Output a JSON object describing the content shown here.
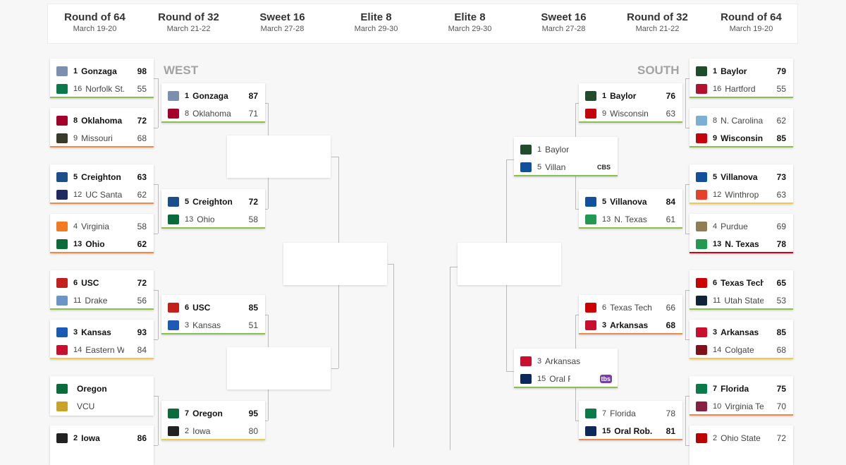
{
  "header": [
    {
      "title": "Round of 64",
      "dates": "March 19-20"
    },
    {
      "title": "Round of 32",
      "dates": "March 21-22"
    },
    {
      "title": "Sweet 16",
      "dates": "March 27-28"
    },
    {
      "title": "Elite 8",
      "dates": "March 29-30"
    },
    {
      "title": "Elite 8",
      "dates": "March 29-30"
    },
    {
      "title": "Sweet 16",
      "dates": "March 27-28"
    },
    {
      "title": "Round of 32",
      "dates": "March 21-22"
    },
    {
      "title": "Round of 64",
      "dates": "March 19-20"
    }
  ],
  "regions": {
    "left": "WEST",
    "right": "SOUTH"
  },
  "colors": {
    "green": "#8dc04a",
    "orange": "#f08a4b",
    "yellow": "#f2c94c",
    "red": "#d0021b"
  },
  "west": {
    "round64": [
      {
        "status": "green",
        "teams": [
          {
            "logo": "gonzaga-bulldog",
            "logo_color": "#7b8fb0",
            "seed": "1",
            "name": "Gonzaga",
            "score": "98",
            "winner": true
          },
          {
            "logo": "norfolk-spartan",
            "logo_color": "#0a7a4d",
            "seed": "16",
            "name": "Norfolk St.",
            "score": "55"
          }
        ]
      },
      {
        "status": "orange",
        "teams": [
          {
            "logo": "oklahoma-ou",
            "logo_color": "#a3002a",
            "seed": "8",
            "name": "Oklahoma",
            "score": "72",
            "winner": true
          },
          {
            "logo": "missouri-tiger",
            "logo_color": "#3a3a2a",
            "seed": "9",
            "name": "Missouri",
            "score": "68"
          }
        ]
      },
      {
        "status": "orange",
        "teams": [
          {
            "logo": "creighton-c",
            "logo_color": "#1a4f8a",
            "seed": "5",
            "name": "Creighton",
            "score": "63",
            "winner": true
          },
          {
            "logo": "ucsb-gaucho",
            "logo_color": "#1f2a60",
            "seed": "12",
            "name": "UC Santa ...",
            "score": "62"
          }
        ]
      },
      {
        "status": "orange",
        "teams": [
          {
            "logo": "virginia-v",
            "logo_color": "#f07b20",
            "seed": "4",
            "name": "Virginia",
            "score": "58"
          },
          {
            "logo": "ohio-bobcat",
            "logo_color": "#0b6b3a",
            "seed": "13",
            "name": "Ohio",
            "score": "62",
            "winner": true
          }
        ]
      },
      {
        "status": "green",
        "teams": [
          {
            "logo": "usc-sc",
            "logo_color": "#c3201c",
            "seed": "6",
            "name": "USC",
            "score": "72",
            "winner": true
          },
          {
            "logo": "drake-bulldog",
            "logo_color": "#6a95c8",
            "seed": "11",
            "name": "Drake",
            "score": "56"
          }
        ]
      },
      {
        "status": "yellow",
        "teams": [
          {
            "logo": "kansas-jayhawk",
            "logo_color": "#1b5bb5",
            "seed": "3",
            "name": "Kansas",
            "score": "93",
            "winner": true
          },
          {
            "logo": "eastern-washington-eagle",
            "logo_color": "#c8102e",
            "seed": "14",
            "name": "Eastern W...",
            "score": "84"
          }
        ]
      },
      {
        "status": "none",
        "teams": [
          {
            "logo": "oregon-o",
            "logo_color": "#0b6b3a",
            "seed": "",
            "name": "Oregon",
            "score": "",
            "winner": true
          },
          {
            "logo": "vcu-ram",
            "logo_color": "#c9a227",
            "seed": "",
            "name": "VCU",
            "score": ""
          }
        ]
      },
      {
        "status": "none",
        "teams": [
          {
            "logo": "iowa-hawkeye",
            "logo_color": "#222",
            "seed": "2",
            "name": "Iowa",
            "score": "86",
            "winner": true
          },
          {
            "logo": "",
            "logo_color": "#fff",
            "seed": "",
            "name": "",
            "score": ""
          }
        ]
      }
    ],
    "round32": [
      {
        "status": "green",
        "teams": [
          {
            "logo": "gonzaga-bulldog",
            "logo_color": "#7b8fb0",
            "seed": "1",
            "name": "Gonzaga",
            "score": "87",
            "winner": true
          },
          {
            "logo": "oklahoma-ou",
            "logo_color": "#a3002a",
            "seed": "8",
            "name": "Oklahoma",
            "score": "71"
          }
        ]
      },
      {
        "status": "green",
        "teams": [
          {
            "logo": "creighton-c",
            "logo_color": "#1a4f8a",
            "seed": "5",
            "name": "Creighton",
            "score": "72",
            "winner": true
          },
          {
            "logo": "ohio-bobcat",
            "logo_color": "#0b6b3a",
            "seed": "13",
            "name": "Ohio",
            "score": "58"
          }
        ]
      },
      {
        "status": "green",
        "teams": [
          {
            "logo": "usc-sc",
            "logo_color": "#c3201c",
            "seed": "6",
            "name": "USC",
            "score": "85",
            "winner": true
          },
          {
            "logo": "kansas-jayhawk",
            "logo_color": "#1b5bb5",
            "seed": "3",
            "name": "Kansas",
            "score": "51"
          }
        ]
      },
      {
        "status": "yellow",
        "teams": [
          {
            "logo": "oregon-o",
            "logo_color": "#0b6b3a",
            "seed": "7",
            "name": "Oregon",
            "score": "95",
            "winner": true
          },
          {
            "logo": "iowa-hawkeye",
            "logo_color": "#222",
            "seed": "2",
            "name": "Iowa",
            "score": "80"
          }
        ]
      }
    ]
  },
  "south": {
    "round64": [
      {
        "status": "green",
        "teams": [
          {
            "logo": "baylor-bu",
            "logo_color": "#1f4d2b",
            "seed": "1",
            "name": "Baylor",
            "score": "79",
            "winner": true
          },
          {
            "logo": "hartford-hawk",
            "logo_color": "#b3122e",
            "seed": "16",
            "name": "Hartford",
            "score": "55"
          }
        ]
      },
      {
        "status": "green",
        "teams": [
          {
            "logo": "north-carolina-nc",
            "logo_color": "#7bafd4",
            "seed": "8",
            "name": "N. Carolina",
            "score": "62"
          },
          {
            "logo": "wisconsin-w",
            "logo_color": "#c5050c",
            "seed": "9",
            "name": "Wisconsin",
            "score": "85",
            "winner": true
          }
        ]
      },
      {
        "status": "yellow",
        "teams": [
          {
            "logo": "villanova-v",
            "logo_color": "#13509b",
            "seed": "5",
            "name": "Villanova",
            "score": "73",
            "winner": true
          },
          {
            "logo": "winthrop-eagle",
            "logo_color": "#e8412b",
            "seed": "12",
            "name": "Winthrop",
            "score": "63"
          }
        ]
      },
      {
        "status": "red",
        "teams": [
          {
            "logo": "purdue-p",
            "logo_color": "#8e7d55",
            "seed": "4",
            "name": "Purdue",
            "score": "69"
          },
          {
            "logo": "north-texas-unt",
            "logo_color": "#1f9a50",
            "seed": "13",
            "name": "N. Texas",
            "score": "78",
            "winner": true
          }
        ]
      },
      {
        "status": "green",
        "teams": [
          {
            "logo": "texas-tech-tt",
            "logo_color": "#cc0000",
            "seed": "6",
            "name": "Texas Tech",
            "score": "65",
            "winner": true
          },
          {
            "logo": "utah-state-u",
            "logo_color": "#0f2439",
            "seed": "11",
            "name": "Utah State",
            "score": "53"
          }
        ]
      },
      {
        "status": "yellow",
        "teams": [
          {
            "logo": "arkansas-razorback",
            "logo_color": "#c8102e",
            "seed": "3",
            "name": "Arkansas",
            "score": "85",
            "winner": true
          },
          {
            "logo": "colgate-c",
            "logo_color": "#821019",
            "seed": "14",
            "name": "Colgate",
            "score": "68"
          }
        ]
      },
      {
        "status": "orange",
        "teams": [
          {
            "logo": "florida-gator",
            "logo_color": "#0b7a4b",
            "seed": "7",
            "name": "Florida",
            "score": "75",
            "winner": true
          },
          {
            "logo": "virginia-tech-vt",
            "logo_color": "#861f41",
            "seed": "10",
            "name": "Virginia Tech",
            "score": "70"
          }
        ]
      },
      {
        "status": "none",
        "teams": [
          {
            "logo": "ohio-state-o",
            "logo_color": "#bb0000",
            "seed": "2",
            "name": "Ohio State",
            "score": "72"
          },
          {
            "logo": "",
            "logo_color": "#fff",
            "seed": "",
            "name": "",
            "score": ""
          }
        ]
      }
    ],
    "round32": [
      {
        "status": "green",
        "teams": [
          {
            "logo": "baylor-bu",
            "logo_color": "#1f4d2b",
            "seed": "1",
            "name": "Baylor",
            "score": "76",
            "winner": true
          },
          {
            "logo": "wisconsin-w",
            "logo_color": "#c5050c",
            "seed": "9",
            "name": "Wisconsin",
            "score": "63"
          }
        ]
      },
      {
        "status": "green",
        "teams": [
          {
            "logo": "villanova-v",
            "logo_color": "#13509b",
            "seed": "5",
            "name": "Villanova",
            "score": "84",
            "winner": true
          },
          {
            "logo": "north-texas-unt",
            "logo_color": "#1f9a50",
            "seed": "13",
            "name": "N. Texas",
            "score": "61"
          }
        ]
      },
      {
        "status": "orange",
        "teams": [
          {
            "logo": "texas-tech-tt",
            "logo_color": "#cc0000",
            "seed": "6",
            "name": "Texas Tech",
            "score": "66"
          },
          {
            "logo": "arkansas-razorback",
            "logo_color": "#c8102e",
            "seed": "3",
            "name": "Arkansas",
            "score": "68",
            "winner": true
          }
        ]
      },
      {
        "status": "orange",
        "teams": [
          {
            "logo": "florida-gator",
            "logo_color": "#0b7a4b",
            "seed": "7",
            "name": "Florida",
            "score": "78"
          },
          {
            "logo": "oral-roberts-oru",
            "logo_color": "#0b2a5b",
            "seed": "15",
            "name": "Oral Rob...",
            "score": "81",
            "winner": true
          }
        ]
      }
    ],
    "sweet16": [
      {
        "status": "green",
        "network": "CBS",
        "teams": [
          {
            "logo": "baylor-bu",
            "logo_color": "#1f4d2b",
            "seed": "1",
            "name": "Baylor",
            "score": ""
          },
          {
            "logo": "villanova-v",
            "logo_color": "#13509b",
            "seed": "5",
            "name": "Villanova",
            "score": ""
          }
        ]
      },
      {
        "status": "green",
        "network": "tbs",
        "teams": [
          {
            "logo": "arkansas-razorback",
            "logo_color": "#c8102e",
            "seed": "3",
            "name": "Arkansas",
            "score": ""
          },
          {
            "logo": "oral-roberts-oru",
            "logo_color": "#0b2a5b",
            "seed": "15",
            "name": "Oral Roberts",
            "score": ""
          }
        ]
      }
    ]
  }
}
